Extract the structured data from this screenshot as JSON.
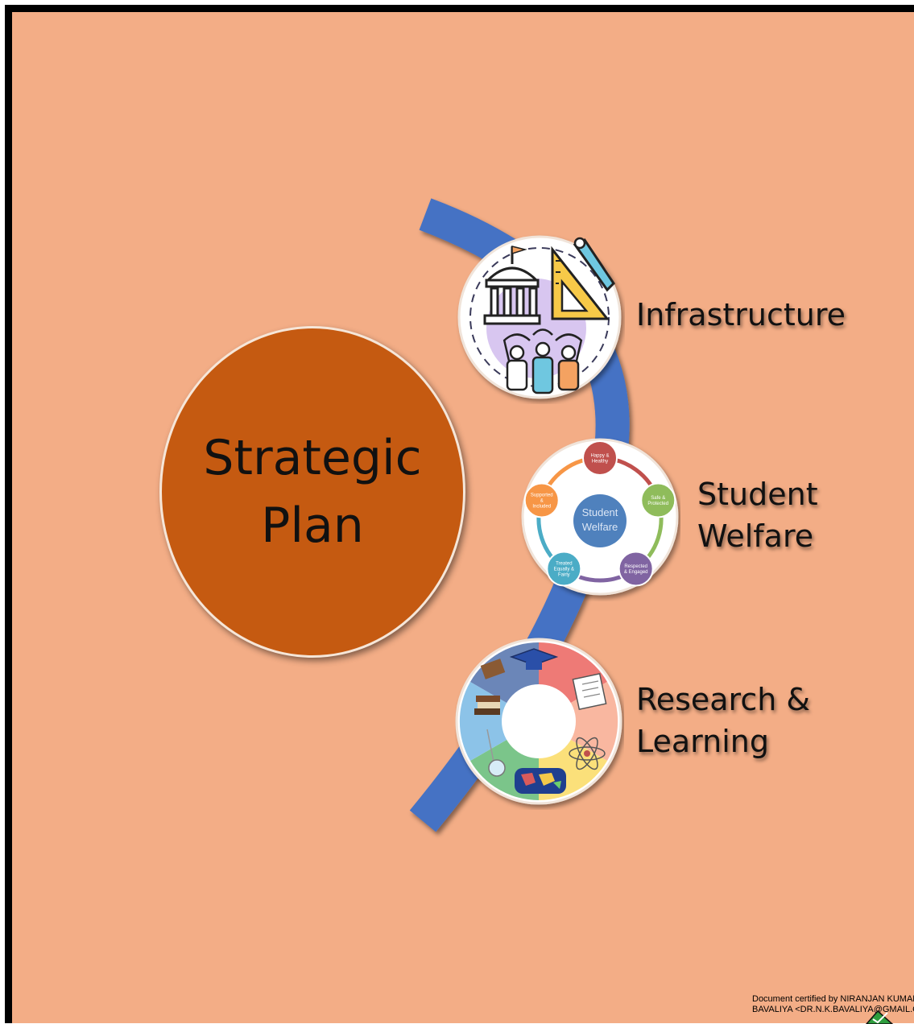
{
  "diagram": {
    "center": {
      "line1": "Strategic",
      "line2": "Plan"
    },
    "nodes": [
      {
        "label_line1": "Infrastructure"
      },
      {
        "label_line1": "Student",
        "label_line2": "Welfare",
        "inner": {
          "hub": "Student Welfare",
          "satellites": [
            {
              "text": "Happy & Healthy",
              "color": "#c0504d"
            },
            {
              "text": "Safe & Protected",
              "color": "#8fbc5b"
            },
            {
              "text": "Respected & Engaged",
              "color": "#8064a2"
            },
            {
              "text": "Treated Equally & Fairly",
              "color": "#4bacc6"
            },
            {
              "text": "Supported & Included",
              "color": "#f79646"
            }
          ]
        }
      },
      {
        "label_line1": "Research &",
        "label_line2": "Learning"
      }
    ],
    "colors": {
      "background": "#f3ad86",
      "center_fill": "#c55a11",
      "arc": "#4472c4",
      "hub": "#4f81bd"
    }
  },
  "certificate": {
    "line1": "Document certified by NIRANJAN KUMAR",
    "line2": "BAVALIYA <DR.N.K.BAVALIYA@GMAIL.COM>"
  }
}
